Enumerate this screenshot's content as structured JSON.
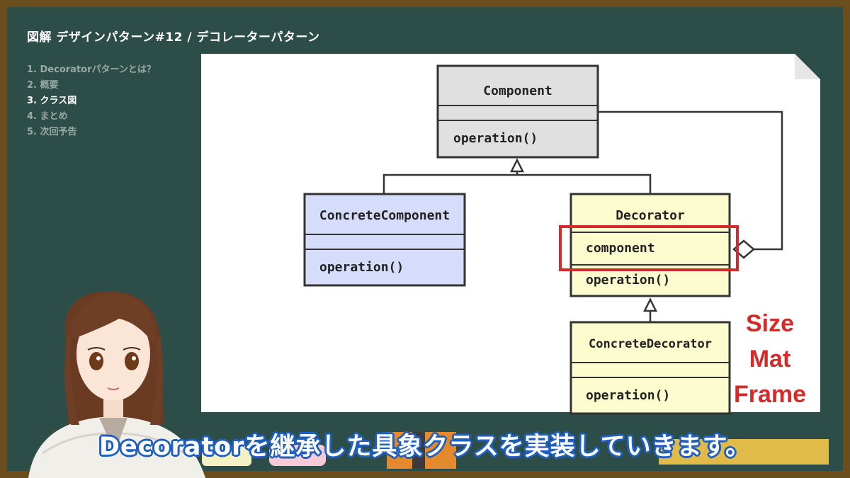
{
  "header": {
    "title": "図解 デザインパターン#12 / デコレーターパターン"
  },
  "toc": {
    "items": [
      {
        "label": "1. Decoratorパターンとは？",
        "active": false
      },
      {
        "label": "2. 概要",
        "active": false
      },
      {
        "label": "3. クラス図",
        "active": true
      },
      {
        "label": "4. まとめ",
        "active": false
      },
      {
        "label": "5. 次回予告",
        "active": false
      }
    ]
  },
  "diagram": {
    "component": {
      "name": "Component",
      "method": "operation()"
    },
    "concrete_component": {
      "name": "ConcreteComponent",
      "method": "operation()"
    },
    "decorator": {
      "name": "Decorator",
      "field": "component",
      "method": "operation()"
    },
    "concrete_decorator": {
      "name": "ConcreteDecorator",
      "method": "operation()"
    },
    "note_lines": [
      "Size",
      "Mat",
      "Frame"
    ],
    "colors": {
      "component_fill": "#e0e0e0",
      "concrete_component_fill": "#d6ddfb",
      "decorator_fill": "#fdfccf",
      "highlight": "#d42a2a"
    }
  },
  "caption": {
    "text": "Decoratorを継承した具象クラスを実装していきます。"
  }
}
